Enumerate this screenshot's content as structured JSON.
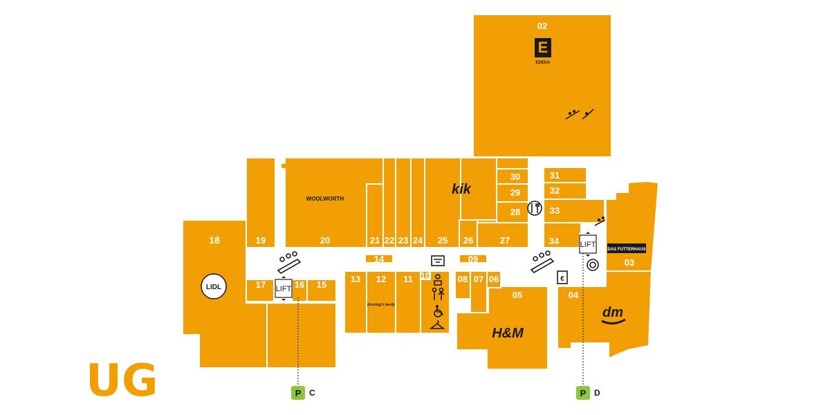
{
  "floor_label": "UG",
  "colors": {
    "unit": "#f29f05",
    "park": "#8cc63f",
    "walkway": "#ffffff",
    "ink": "#1a1a1a"
  },
  "units": {
    "u02": "02",
    "u03": "03",
    "u04": "04",
    "u05": "05",
    "u06": "06",
    "u07": "07",
    "u08": "08",
    "u09": "09",
    "u10": "10",
    "u11": "11",
    "u12": "12",
    "u13": "13",
    "u14": "14",
    "u15": "15",
    "u16": "16",
    "u17": "17",
    "u18": "18",
    "u19": "19",
    "u20": "20",
    "u21": "21",
    "u22": "22",
    "u23": "23",
    "u24": "24",
    "u25": "25",
    "u26": "26",
    "u27": "27",
    "u28": "28",
    "u29": "29",
    "u30": "30",
    "u31": "31",
    "u32": "32",
    "u33": "33",
    "u34": "34"
  },
  "brands": {
    "edeka": "EDEKA",
    "edeka_mark": "E",
    "woolworth": "WOOLWORTH",
    "kik": "kik",
    "lidl": "LIDL",
    "ernstings": "Ernsting's family",
    "hm": "H&M",
    "dm": "dm",
    "futterhaus": "DAS FUTTERHAUS"
  },
  "lifts": {
    "left": "LIFT",
    "right": "LIFT"
  },
  "parking": {
    "c": {
      "symbol": "P",
      "label": "C"
    },
    "d": {
      "symbol": "P",
      "label": "D"
    }
  },
  "icons": [
    "escalator-icon",
    "restaurant-icon",
    "atm-icon",
    "toilets-icon",
    "wheelchair-icon",
    "baby-changing-icon",
    "wardrobe-icon",
    "info-point-icon",
    "parking-icon"
  ]
}
